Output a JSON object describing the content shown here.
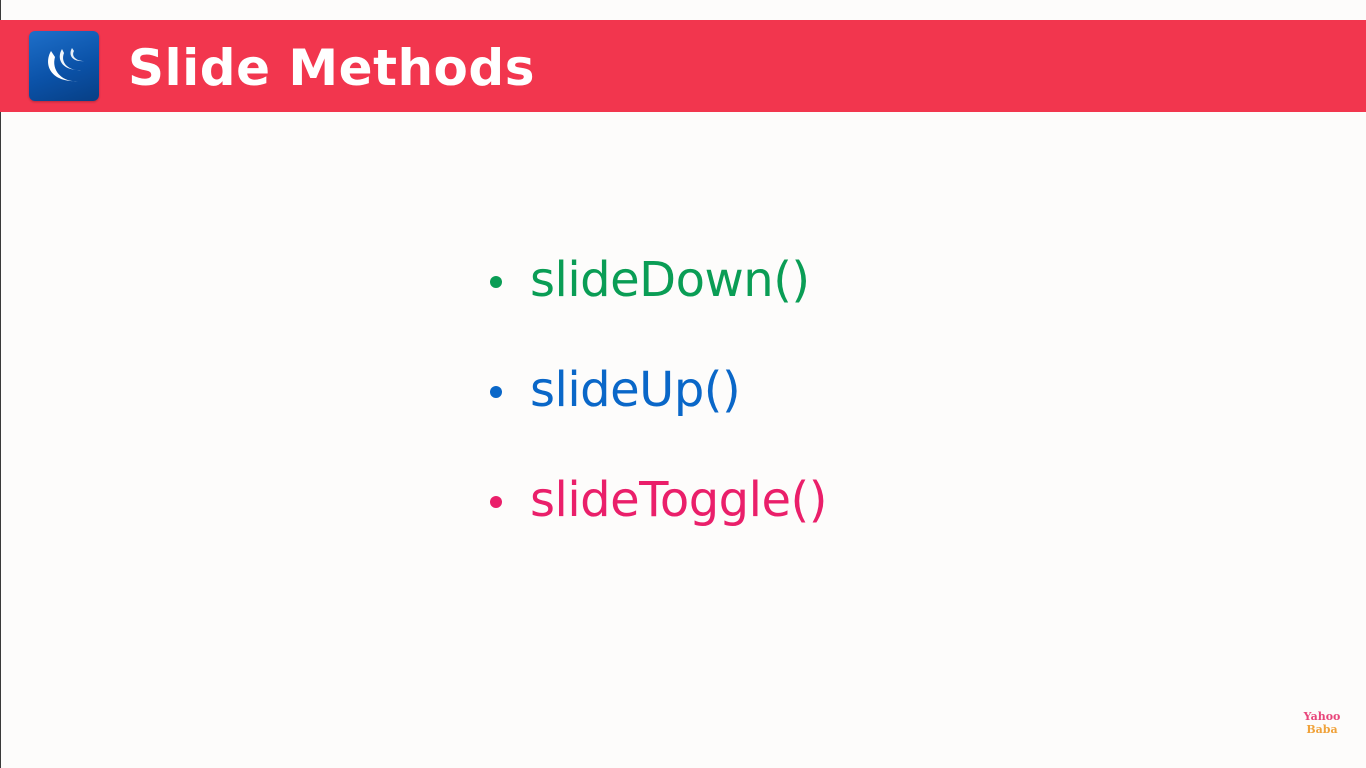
{
  "slide": {
    "title": "Slide Methods",
    "header_color": "#f2364e",
    "logo_icon": "jquery-logo-icon"
  },
  "methods": [
    {
      "label": "slideDown()",
      "color": "#0a9d55"
    },
    {
      "label": "slideUp()",
      "color": "#0a67c8"
    },
    {
      "label": "slideToggle()",
      "color": "#ea1f6a"
    }
  ],
  "watermark": {
    "line1": "Yahoo",
    "line2": "Baba"
  }
}
